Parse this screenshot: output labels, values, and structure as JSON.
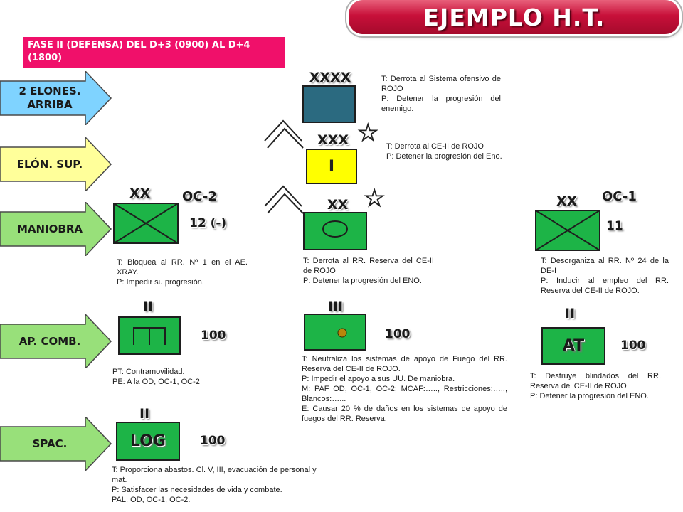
{
  "title": "EJEMPLO H.T.",
  "phase": "FASE II (DEFENSA) DEL D+3 (0900) AL D+4 (1800)",
  "levels": [
    {
      "label": "2 ELONES. ARRIBA",
      "color": "#7fd3ff"
    },
    {
      "label": "ELÓN. SUP.",
      "color": "#ffff9a"
    },
    {
      "label": "MANIOBRA",
      "color": "#98e07a"
    },
    {
      "label": "AP. COMB.",
      "color": "#98e07a"
    },
    {
      "label": "SPAC.",
      "color": "#98e07a"
    }
  ],
  "colors": {
    "friendly_green": "#1db447",
    "army_blue": "#2b6a80",
    "corps_yellow": "#ffff00",
    "phase_pink": "#f0106a"
  },
  "top_units": {
    "xxxx": {
      "echelon": "XXXX",
      "task": [
        "T: Derrota al Sistema ofensivo de ROJO",
        "P: Detener la progresión del enemigo."
      ]
    },
    "xxx": {
      "echelon": "XXX",
      "designation": "I",
      "task": [
        "T: Derrota al CE-II de ROJO",
        "P: Detener la progresión del Eno."
      ]
    }
  },
  "maneuver": {
    "oc2": {
      "echelon": "XX",
      "tag": "OC-2",
      "number": "12 (-)",
      "task": [
        "T: Bloquea al RR. Nº 1 en el AE. XRAY.",
        "P: Impedir su progresión."
      ]
    },
    "reserve": {
      "echelon": "XX",
      "task": [
        "T: Derrota al RR. Reserva del CE-II de ROJO",
        "P: Detener la progresión del ENO."
      ]
    },
    "oc1": {
      "echelon": "XX",
      "tag": "OC-1",
      "number": "11",
      "task": [
        "T: Desorganiza al RR. Nº 24 de la DE-I",
        "P: Inducir al empleo del RR. Reserva del CE-II de ROJO."
      ]
    }
  },
  "combat_support": {
    "engineer": {
      "echelon": "II",
      "number": "100",
      "task": [
        "PT: Contramovilidad.",
        "PE: A la OD, OC-1, OC-2"
      ]
    },
    "artillery": {
      "echelon": "III",
      "number": "100",
      "task": [
        "T: Neutraliza los sistemas de apoyo de Fuego del RR. Reserva del CE-II de ROJO.",
        "P: Impedir el apoyo a sus UU. De maniobra.",
        "M: PAF OD, OC-1, OC-2; MCAF:….., Restricciones:….., Blancos:…...",
        "E: Causar 20 % de daños en los sistemas de apoyo de fuegos del RR. Reserva."
      ]
    },
    "antitank": {
      "echelon": "II",
      "designation": "AT",
      "number": "100",
      "task": [
        "T: Destruye blindados del RR. Reserva del CE-II de ROJO",
        "P: Detener la progresión del ENO."
      ]
    }
  },
  "service_support": {
    "logistics": {
      "echelon": "II",
      "designation": "LOG",
      "number": "100",
      "task": [
        "T: Proporciona abastos. Cl. V, III, evacuación de personal y mat.",
        "P: Satisfacer las necesidades de vida y combate.",
        "PAL: OD, OC-1, OC-2."
      ]
    }
  },
  "icons": [
    "star-icon",
    "chevron-icon",
    "ellipse-icon",
    "dot-icon",
    "crossed-box-icon"
  ]
}
